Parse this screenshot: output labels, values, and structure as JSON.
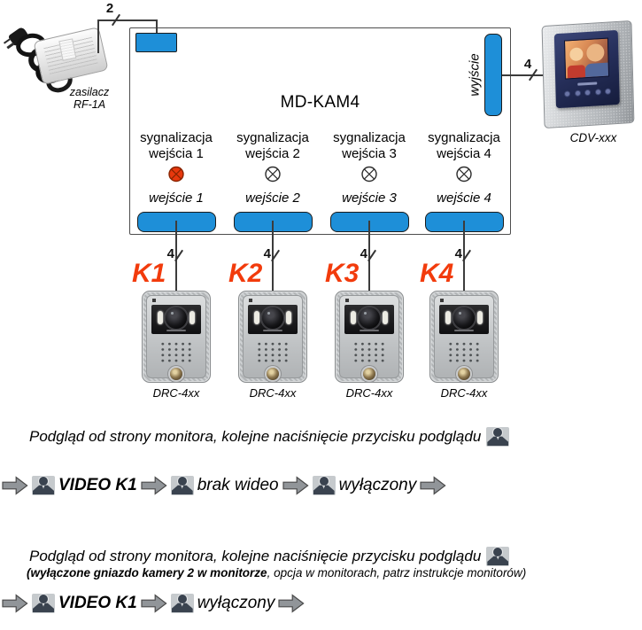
{
  "colors": {
    "connector_blue": "#1e8fd8",
    "led_on": "#e8380d",
    "k_label": "#f23b0c",
    "arrow_fill": "#919599",
    "icon_bg": "#c6cacd",
    "icon_person": "#3a434f"
  },
  "diagram": {
    "psu": {
      "label_line1": "zasilacz",
      "label_line2": "RF-1A",
      "wire_count": "2"
    },
    "unit": {
      "title": "MD-KAM4",
      "output_label": "wyjście",
      "output_wire_count": "4"
    },
    "monitor": {
      "label": "CDV-xxx"
    },
    "channels": [
      {
        "signal_label_line1": "sygnalizacja",
        "signal_label_line2": "wejścia 1",
        "led_on": true,
        "input_label": "wejście 1",
        "wire_count": "4",
        "camera_id": "K1",
        "camera_model": "DRC-4xx"
      },
      {
        "signal_label_line1": "sygnalizacja",
        "signal_label_line2": "wejścia 2",
        "led_on": false,
        "input_label": "wejście 2",
        "wire_count": "4",
        "camera_id": "K2",
        "camera_model": "DRC-4xx"
      },
      {
        "signal_label_line1": "sygnalizacja",
        "signal_label_line2": "wejścia 3",
        "led_on": false,
        "input_label": "wejście 3",
        "wire_count": "4",
        "camera_id": "K3",
        "camera_model": "DRC-4xx"
      },
      {
        "signal_label_line1": "sygnalizacja",
        "signal_label_line2": "wejścia 4",
        "led_on": false,
        "input_label": "wejście 4",
        "wire_count": "4",
        "camera_id": "K4",
        "camera_model": "DRC-4xx"
      }
    ]
  },
  "sections": [
    {
      "intro": "Podgląd od strony monitora, kolejne naciśnięcie przycisku podglądu",
      "steps": [
        "VIDEO K1",
        "brak wideo",
        "wyłączony"
      ]
    },
    {
      "intro": "Podgląd od strony monitora, kolejne naciśnięcie przycisku podglądu",
      "note_bold": "(wyłączone gniazdo kamery 2 w monitorze",
      "note_rest": ", opcja w monitorach, patrz instrukcje monitorów)",
      "steps": [
        "VIDEO K1",
        "wyłączony"
      ]
    }
  ]
}
